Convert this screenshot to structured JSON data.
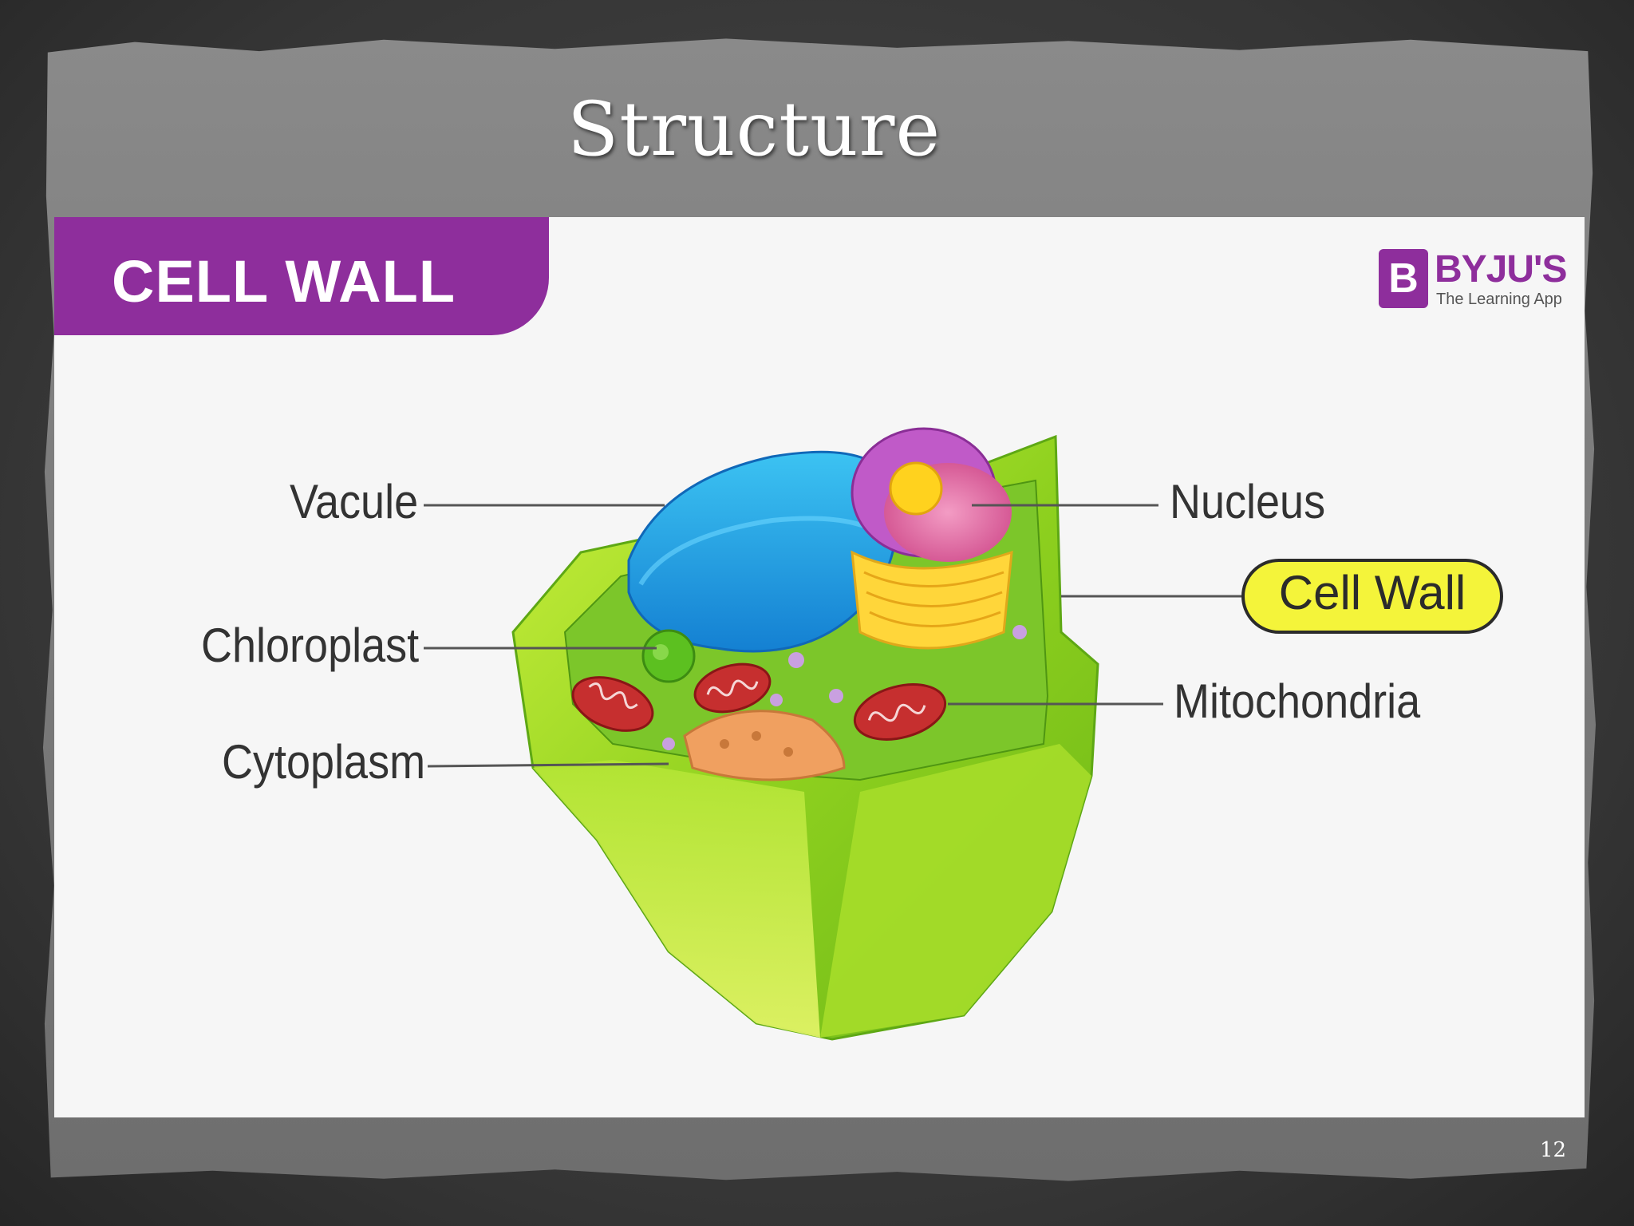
{
  "slide": {
    "title": "Structure",
    "page_number": "12"
  },
  "panel": {
    "header_title": "CELL WALL",
    "logo": {
      "mark": "B",
      "name": "BYJU'S",
      "tagline": "The Learning App"
    }
  },
  "diagram": {
    "labels": {
      "vacuole": "Vacule",
      "chloroplast": "Chloroplast",
      "cytoplasm": "Cytoplasm",
      "nucleus": "Nucleus",
      "cell_wall": "Cell Wall",
      "mitochondria": "Mitochondria"
    },
    "highlighted_label": "Cell Wall"
  },
  "colors": {
    "banner": "#8e2e9c",
    "highlight": "#f4f43a",
    "cell_wall": "#8fd11f",
    "vacuole": "#1e9be6",
    "nucleus": "#c05ac8",
    "nucleolus": "#ffd21e",
    "mitochondria": "#c62f2f",
    "cytoplasm_granule": "#f0a060"
  }
}
